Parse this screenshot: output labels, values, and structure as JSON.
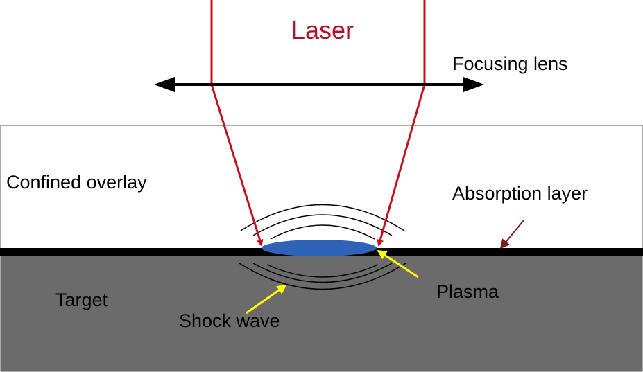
{
  "labels": {
    "laser": "Laser",
    "focusing_lens": "Focusing lens",
    "confined_overlay": "Confined overlay",
    "absorption_layer": "Absorption layer",
    "target": "Target",
    "plasma": "Plasma",
    "shock_wave": "Shock wave"
  },
  "colors": {
    "laser": "#c0141c",
    "laser_label": "#b0102a",
    "lens": "#000000",
    "overlay_fill": "#ffffff",
    "absorption_layer": "#000000",
    "target_fill": "#6b6b6b",
    "plasma": "#2e63b8",
    "pointer_yellow": "#ffff00",
    "pointer_brown": "#7a1f1f",
    "shock_wave": "#000000"
  }
}
